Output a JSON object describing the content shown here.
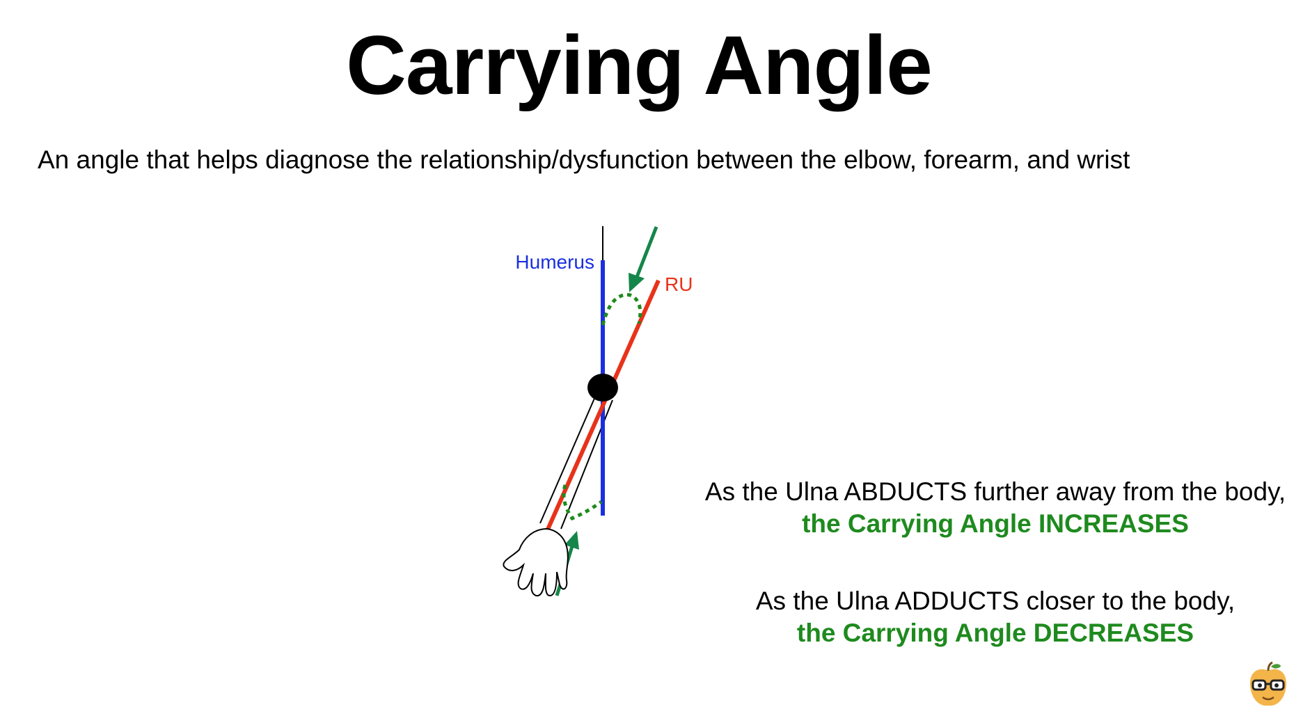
{
  "title": "Carrying Angle",
  "subtitle": "An angle that helps diagnose the relationship/dysfunction between the elbow, forearm, and wrist",
  "diagram": {
    "humerus_label": "Humerus",
    "ru_label": "RU",
    "colors": {
      "humerus": "#1a2fe0",
      "ru": "#e8321a",
      "angle_arc": "#1e8a1e",
      "arrow": "#15864a",
      "elbow_joint": "#000000"
    }
  },
  "notes": {
    "abduct": {
      "line1": "As the Ulna ABDUCTS further away from the body,",
      "line2": "the Carrying Angle INCREASES"
    },
    "adduct": {
      "line1": "As the Ulna ADDUCTS closer to the body,",
      "line2": "the Carrying Angle DECREASES"
    }
  },
  "logo": {
    "icon": "apple-with-glasses-icon"
  }
}
